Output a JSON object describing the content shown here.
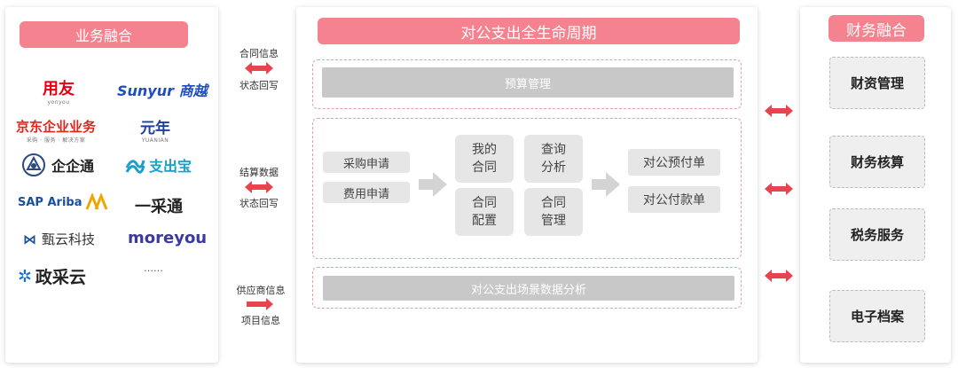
{
  "left": {
    "title": "业务融合",
    "logos": [
      {
        "main": "用友",
        "sub": "yonyou",
        "color": "#e60012"
      },
      {
        "main": "Sunyur 商越",
        "sub": "",
        "color": "#1f4fbf"
      },
      {
        "main": "京东企业业务",
        "sub": "采购 · 服务 · 解决方案",
        "color": "#e1251b"
      },
      {
        "main": "元年",
        "sub": "YUANIAN",
        "color": "#1f3fa0"
      },
      {
        "main": "企企通",
        "sub": "",
        "color": "#222222"
      },
      {
        "main": "支出宝",
        "sub": "",
        "color": "#1aa0c8"
      },
      {
        "main": "SAP Ariba",
        "sub": "",
        "color": "#1a4fa0"
      },
      {
        "main": "一采通",
        "sub": "",
        "color": "#222222"
      },
      {
        "main": "甄云科技",
        "sub": "",
        "color": "#333333"
      },
      {
        "main": "moreyou",
        "sub": "",
        "color": "#3a3aa0"
      },
      {
        "main": "政采云",
        "sub": "",
        "color": "#222222"
      },
      {
        "main": "……",
        "sub": "",
        "color": "#555555"
      }
    ]
  },
  "connectors": [
    {
      "top": "合同信息",
      "bottom": "状态回写"
    },
    {
      "top": "结算数据",
      "bottom": "状态回写"
    },
    {
      "top": "供应商信息",
      "bottom": "项目信息"
    }
  ],
  "center": {
    "title": "对公支出全生命周期",
    "budget": "预算管理",
    "requests": [
      "采购申请",
      "费用申请"
    ],
    "cards": [
      "我的\n合同",
      "查询\n分析",
      "合同\n配置",
      "合同\n管理"
    ],
    "outputs": [
      "对公预付单",
      "对公付款单"
    ],
    "analysis": "对公支出场景数据分析"
  },
  "right": {
    "title": "财务融合",
    "items": [
      "财资管理",
      "财务核算",
      "税务服务",
      "电子档案"
    ]
  },
  "colors": {
    "accent": "#f4838f",
    "arrow": "#e8434f",
    "gray": "#c8c8c8"
  }
}
